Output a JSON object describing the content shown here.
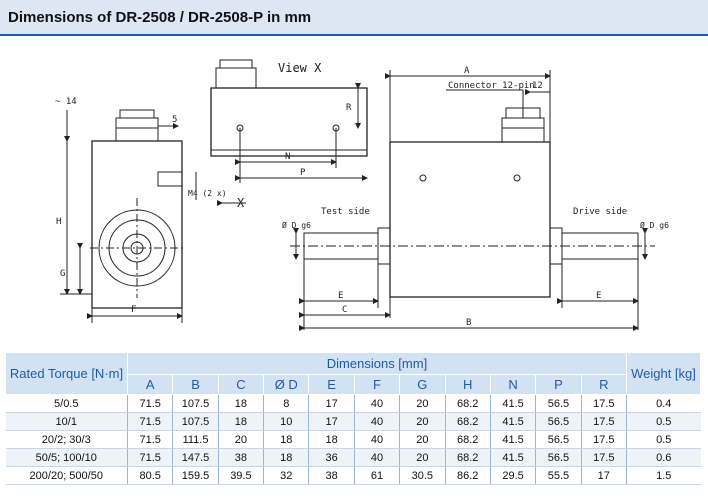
{
  "title": "Dimensions of DR-2508 / DR-2508-P in mm",
  "drawing": {
    "view_label": "View X",
    "connector_label": "Connector 12-pin",
    "test_side": "Test side",
    "drive_side": "Drive side",
    "labels": {
      "A": "A",
      "B": "B",
      "C": "C",
      "E": "E",
      "F": "F",
      "G": "G",
      "H": "H",
      "N": "N",
      "P": "P",
      "R": "R",
      "X": "X",
      "dim_14": "~ 14",
      "dim_5": "5",
      "dim_12": "12",
      "thread": "M4 (2 x)",
      "od_d": "Ø D g6"
    }
  },
  "table": {
    "group_left": "Rated Torque [N·m]",
    "group_mid": "Dimensions [mm]",
    "group_right": "Weight [kg]",
    "columns": [
      "A",
      "B",
      "C",
      "Ø D",
      "E",
      "F",
      "G",
      "H",
      "N",
      "P",
      "R"
    ],
    "rows": [
      {
        "torque": "5/0.5",
        "values": [
          "71.5",
          "107.5",
          "18",
          "8",
          "17",
          "40",
          "20",
          "68.2",
          "41.5",
          "56.5",
          "17.5"
        ],
        "weight": "0.4"
      },
      {
        "torque": "10/1",
        "values": [
          "71.5",
          "107.5",
          "18",
          "10",
          "17",
          "40",
          "20",
          "68.2",
          "41.5",
          "56.5",
          "17.5"
        ],
        "weight": "0.5"
      },
      {
        "torque": "20/2; 30/3",
        "values": [
          "71.5",
          "111.5",
          "20",
          "18",
          "18",
          "40",
          "20",
          "68.2",
          "41.5",
          "56.5",
          "17.5"
        ],
        "weight": "0.5"
      },
      {
        "torque": "50/5; 100/10",
        "values": [
          "71.5",
          "147.5",
          "38",
          "18",
          "36",
          "40",
          "20",
          "68.2",
          "41.5",
          "56.5",
          "17.5"
        ],
        "weight": "0.6"
      },
      {
        "torque": "200/20; 500/50",
        "values": [
          "80.5",
          "159.5",
          "39.5",
          "32",
          "38",
          "61",
          "30.5",
          "86.2",
          "29.5",
          "55.5",
          "17"
        ],
        "weight": "1.5"
      }
    ]
  }
}
